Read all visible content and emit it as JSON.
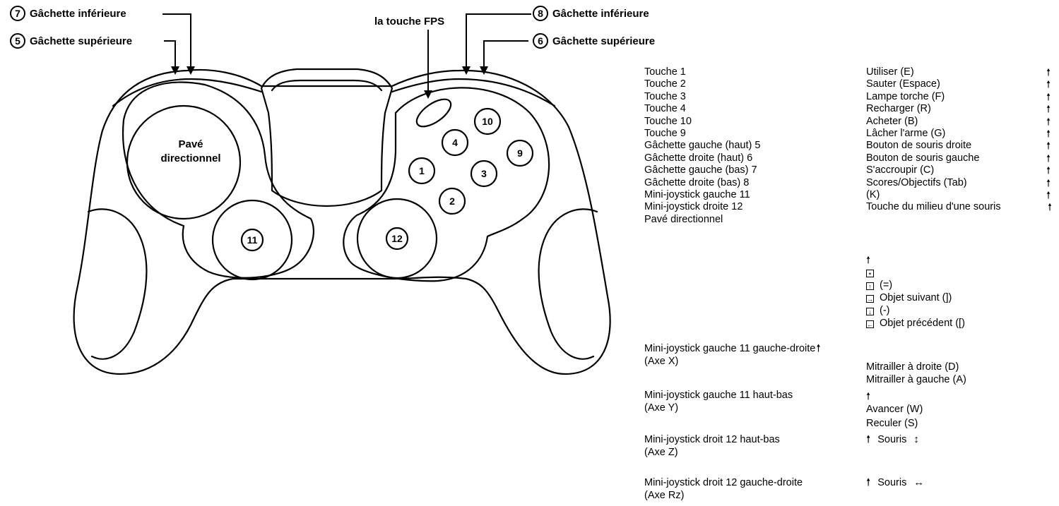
{
  "callouts": {
    "c7": {
      "num": "7",
      "label": "Gâchette inférieure"
    },
    "c5": {
      "num": "5",
      "label": "Gâchette supérieure"
    },
    "c8": {
      "num": "8",
      "label": "Gâchette inférieure"
    },
    "c6": {
      "num": "6",
      "label": "Gâchette supérieure"
    },
    "fps": "la touche FPS"
  },
  "controller": {
    "dpad_label_line1": "Pavé",
    "dpad_label_line2": "directionnel",
    "buttons": [
      "1",
      "2",
      "3",
      "4",
      "9",
      "10"
    ],
    "sticks": [
      "11",
      "12"
    ]
  },
  "mapping": {
    "rows": [
      {
        "control": "Touche 1",
        "action": "Utiliser (E)"
      },
      {
        "control": "Touche 2",
        "action": "Sauter (Espace)"
      },
      {
        "control": "Touche 3",
        "action": "Lampe torche (F)"
      },
      {
        "control": "Touche 4",
        "action": "Recharger (R)"
      },
      {
        "control": "Touche 10",
        "action": "Acheter (B)"
      },
      {
        "control": "Touche 9",
        "action": "Lâcher l'arme (G)"
      },
      {
        "control": "Gâchette gauche (haut) 5",
        "action": "Bouton de souris droite"
      },
      {
        "control": "Gâchette droite (haut) 6",
        "action": "Bouton de souris gauche"
      },
      {
        "control": "Gâchette gauche (bas) 7",
        "action": "S'accroupir (C)"
      },
      {
        "control": "Gâchette droite (bas) 8",
        "action": "Scores/Objectifs (Tab)"
      },
      {
        "control": "Mini-joystick gauche 11",
        "action": "(K)"
      },
      {
        "control": "Mini-joystick droite 12",
        "action": "Touche du milieu d'une souris"
      },
      {
        "control": "Pavé directionnel",
        "action": ""
      }
    ],
    "dpad": [
      {
        "dir": "up",
        "action": "(=)"
      },
      {
        "dir": "right",
        "action": "Objet suivant (])"
      },
      {
        "dir": "down",
        "action": "(-)"
      },
      {
        "dir": "left",
        "action": "Objet précédent ([)"
      }
    ],
    "axes": {
      "x": {
        "control_line1": "Mini-joystick gauche 11 gauche-droite",
        "control_line2": "(Axe X)",
        "action1": "Mitrailler à droite (D)",
        "action2": "Mitrailler à gauche (A)"
      },
      "y": {
        "control_line1": "Mini-joystick gauche 11 haut-bas",
        "control_line2": "(Axe Y)",
        "action1": "Avancer (W)",
        "action2": "Reculer (S)"
      },
      "z": {
        "control_line1": "Mini-joystick droit 12 haut-bas",
        "control_line2": "(Axe Z)",
        "action": "Souris"
      },
      "rz": {
        "control_line1": "Mini-joystick droit 12 gauche-droite",
        "control_line2": "(Axe Rz)",
        "action": "Souris"
      }
    }
  }
}
